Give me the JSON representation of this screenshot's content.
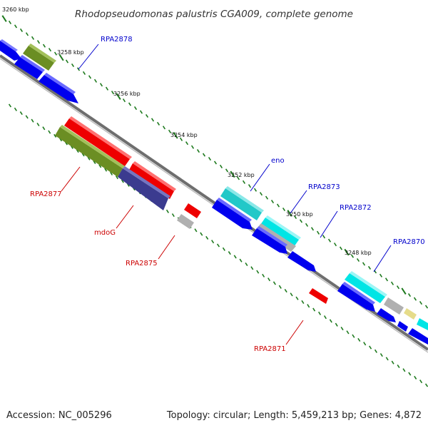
{
  "title": "Rhodopseudomonas palustris CGA009, complete genome",
  "footer": {
    "accession": "Accession: NC_005296",
    "summary": "Topology: circular; Length: 5,459,213 bp; Genes: 4,872"
  },
  "colors": {
    "backbone": "#7a7a7a",
    "tick": "#1e7a1e",
    "blue_label": "#0000cc",
    "red_label": "#cc0000",
    "blue": "#0000ee",
    "red": "#ee0000",
    "olive": "#6b8e23",
    "cyan": "#22c8c8",
    "navy": "#3b3b8f",
    "grey": "#b0b0b0",
    "khaki": "#e6dc8a"
  },
  "scale_labels": [
    "3260 kbp",
    "3258 kbp",
    "3256 kbp",
    "3254 kbp",
    "3252 kbp",
    "3250 kbp",
    "3248 kbp"
  ],
  "gene_labels": {
    "rpa2878": "RPA2878",
    "eno": "eno",
    "rpa2873": "RPA2873",
    "rpa2872": "RPA2872",
    "rpa2870": "RPA2870",
    "rpa2877": "RPA2877",
    "mdog": "mdoG",
    "rpa2875": "RPA2875",
    "rpa2871": "RPA2871"
  }
}
